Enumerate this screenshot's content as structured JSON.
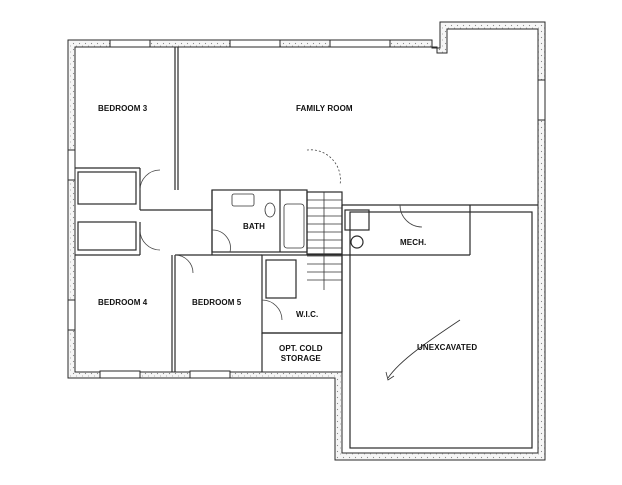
{
  "rooms": {
    "bedroom3": "BEDROOM 3",
    "family_room": "FAMILY ROOM",
    "bath": "BATH",
    "mech": "MECH.",
    "bedroom4": "BEDROOM 4",
    "bedroom5": "BEDROOM 5",
    "wic": "W.I.C.",
    "unexcavated": "UNEXCAVATED",
    "cold_storage_line1": "OPT. COLD",
    "cold_storage_line2": "STORAGE"
  },
  "colors": {
    "wall": "#2a2a2a",
    "wall_fill": "#f4f4f4",
    "line": "#333333"
  }
}
